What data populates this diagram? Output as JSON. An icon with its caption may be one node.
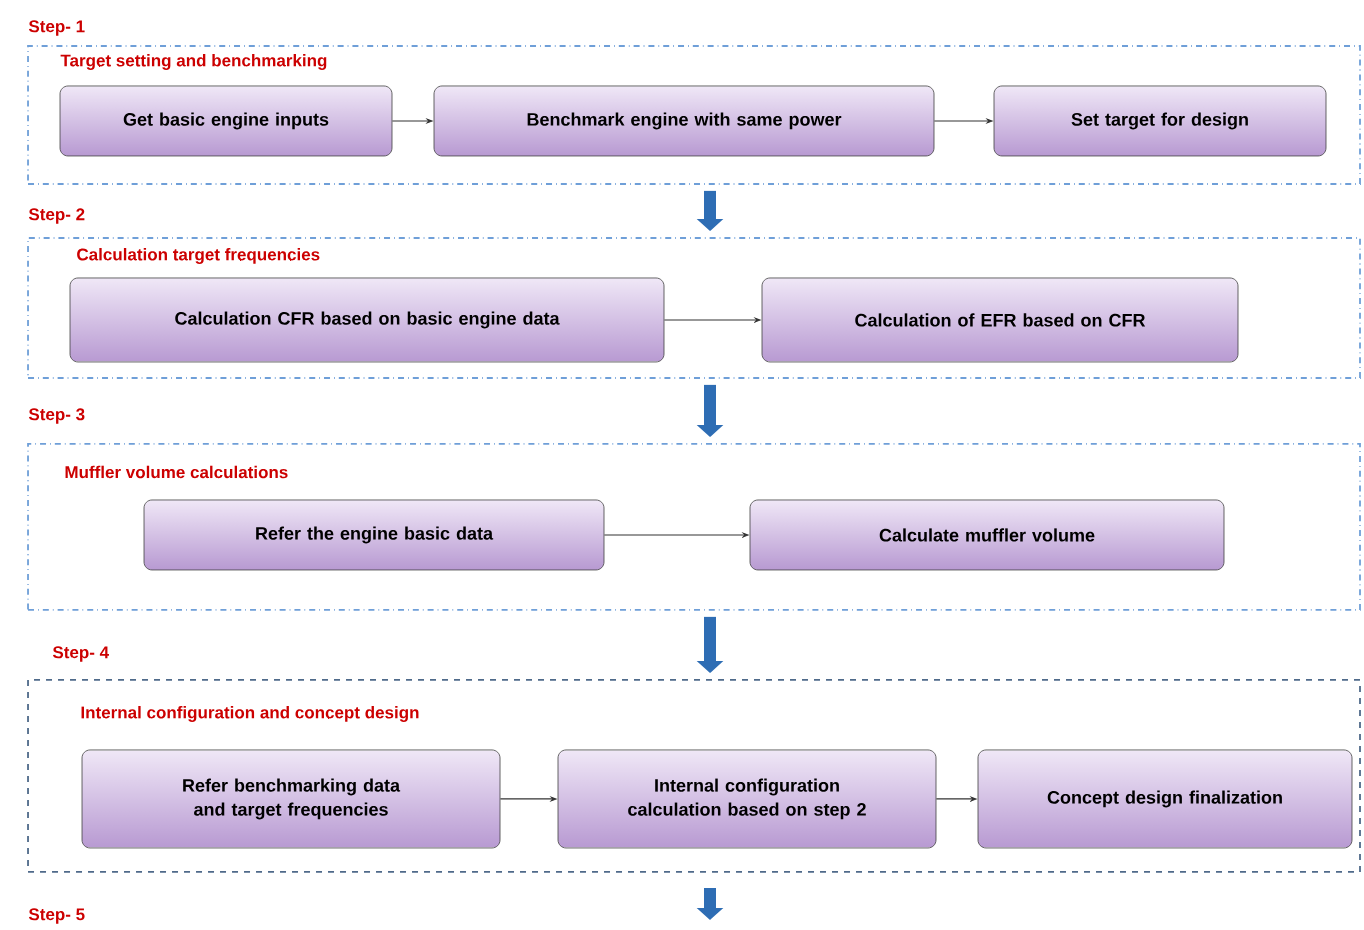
{
  "diagram": {
    "nodes": [
      {
        "text": [
          "Target setting and benchmarking"
        ]
      },
      {
        "text": [
          "Get  basic engine inputs"
        ],
        "in": 0
      },
      {
        "text": [
          "Benchmark engine with same power"
        ],
        "in": 0
      },
      {
        "text": [
          "Set target for design"
        ],
        "in": 0
      },
      {
        "text": [
          "Calculation target frequencies"
        ]
      },
      {
        "text": [
          "Calculation CFR based on basic engine data"
        ],
        "in": 4
      },
      {
        "text": [
          "Calculation of EFR based on CFR"
        ],
        "in": 4
      },
      {
        "text": [
          "Muffler volume calculations"
        ]
      },
      {
        "text": [
          "Refer the engine basic data"
        ],
        "in": 7
      },
      {
        "text": [
          "Calculate muffler volume"
        ],
        "in": 7
      },
      {
        "text": [
          "Internal configuration and concept design"
        ]
      },
      {
        "text": [
          "Refer benchmarking data and target frequencies"
        ],
        "in": 10
      },
      {
        "text": [
          "Internal configuration calculation based on step 2"
        ],
        "in": 10
      },
      {
        "text": [
          "Concept design finalization"
        ],
        "in": 10
      }
    ],
    "edges": [
      {
        "from": 1,
        "to": 2,
        "arrow": "to"
      },
      {
        "from": 2,
        "to": 3,
        "arrow": "to"
      },
      {
        "from": 0,
        "to": 4,
        "arrow": "to",
        "style": "thick",
        "color": "#2e6db4"
      },
      {
        "from": 5,
        "to": 6,
        "arrow": "to"
      },
      {
        "from": 4,
        "to": 7,
        "arrow": "to",
        "style": "thick",
        "color": "#2e6db4"
      },
      {
        "from": 8,
        "to": 9,
        "arrow": "to"
      },
      {
        "from": 7,
        "to": 10,
        "arrow": "to",
        "style": "thick",
        "color": "#2e6db4"
      },
      {
        "from": 11,
        "to": 12,
        "arrow": "to"
      },
      {
        "from": 12,
        "to": 13,
        "arrow": "to"
      },
      {
        "from": 10,
        "to": null,
        "arrow": "to",
        "style": "thick",
        "color": "#2e6db4"
      }
    ],
    "labels": [
      "Step- 1",
      "Step- 2",
      "Step- 3",
      "Step- 4",
      "Step- 5"
    ]
  }
}
